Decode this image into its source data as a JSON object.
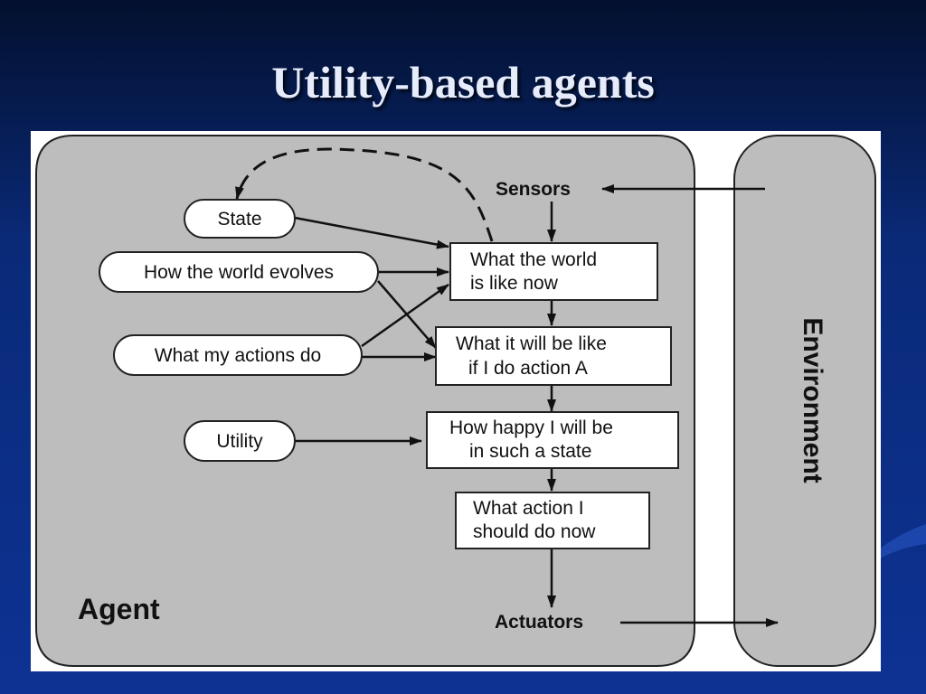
{
  "slide": {
    "title": "Utility-based agents"
  },
  "colors": {
    "background_dark": "#03102e",
    "background_blue": "#0d3293",
    "title_text": "#e6ecfb",
    "panel_gray": "#bdbdbd",
    "box_white": "#ffffff",
    "line_black": "#111111"
  },
  "diagram": {
    "agent_label": "Agent",
    "environment_label": "Environment",
    "sensors_label": "Sensors",
    "actuators_label": "Actuators",
    "ovals": {
      "state": "State",
      "world_evolves": "How the world evolves",
      "actions_do": "What my actions do",
      "utility": "Utility"
    },
    "boxes": {
      "world_now": [
        "What the world",
        "is like now"
      ],
      "will_be_like": [
        "What it will be like",
        "if I do action A"
      ],
      "how_happy": [
        "How happy I will be",
        "in such a state"
      ],
      "action_now": [
        "What action I",
        "should do now"
      ]
    }
  }
}
